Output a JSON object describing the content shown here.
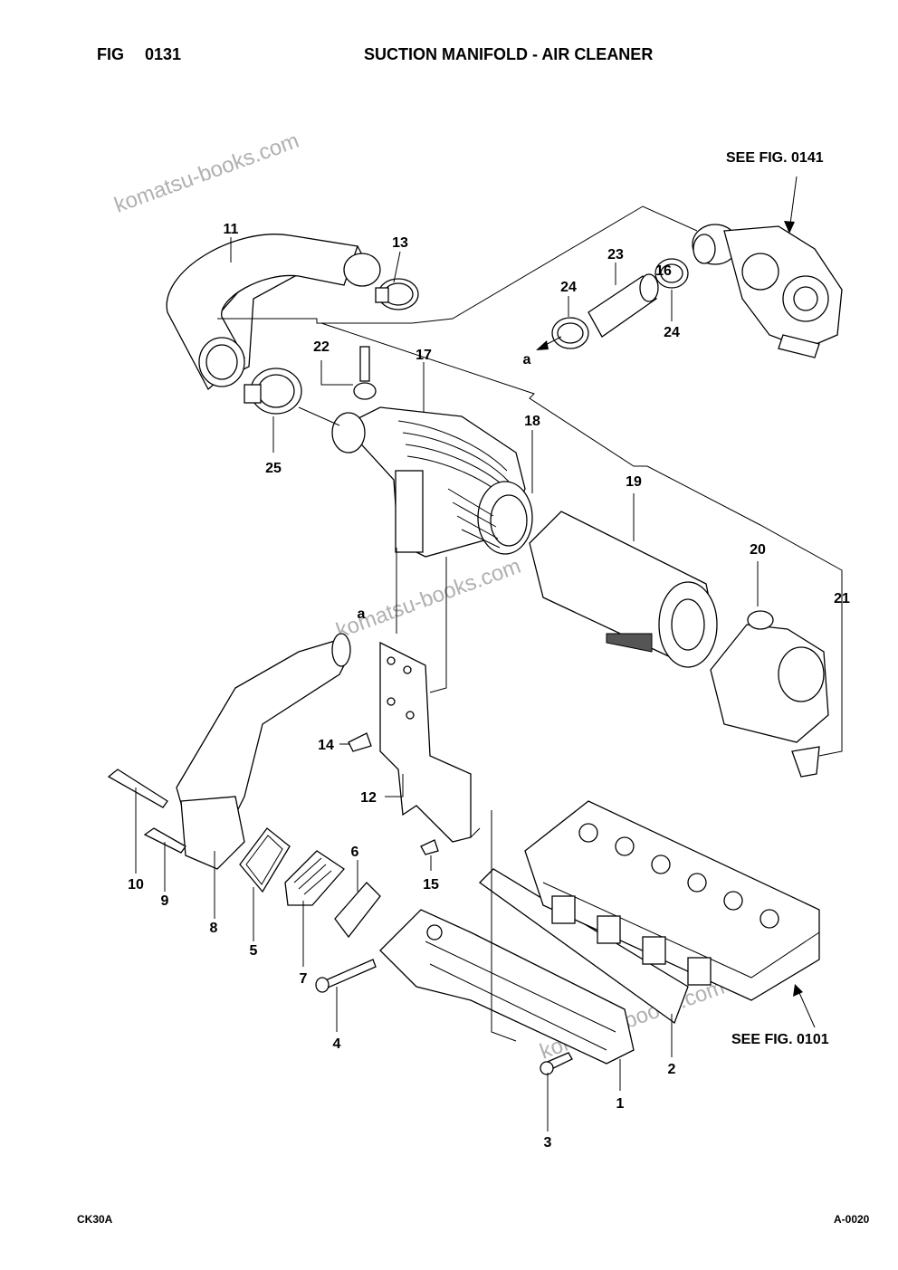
{
  "header": {
    "fig_label": "FIG",
    "fig_number": "0131",
    "title": "SUCTION MANIFOLD - AIR CLEANER"
  },
  "references": {
    "top_right": "SEE FIG. 0141",
    "bottom_right": "SEE FIG. 0101"
  },
  "watermark": "komatsu-books.com",
  "footer": {
    "left": "CK30A",
    "right": "A-0020"
  },
  "callouts": {
    "c1": "1",
    "c2": "2",
    "c3": "3",
    "c4": "4",
    "c5": "5",
    "c6": "6",
    "c7": "7",
    "c8": "8",
    "c9": "9",
    "c10": "10",
    "c11": "11",
    "c12": "12",
    "c13": "13",
    "c14": "14",
    "c15": "15",
    "c16": "16",
    "c17": "17",
    "c18": "18",
    "c19": "19",
    "c20": "20",
    "c21": "21",
    "c22": "22",
    "c23": "23",
    "c24a": "24",
    "c24b": "24",
    "c25": "25",
    "a1": "a",
    "a2": "a"
  }
}
